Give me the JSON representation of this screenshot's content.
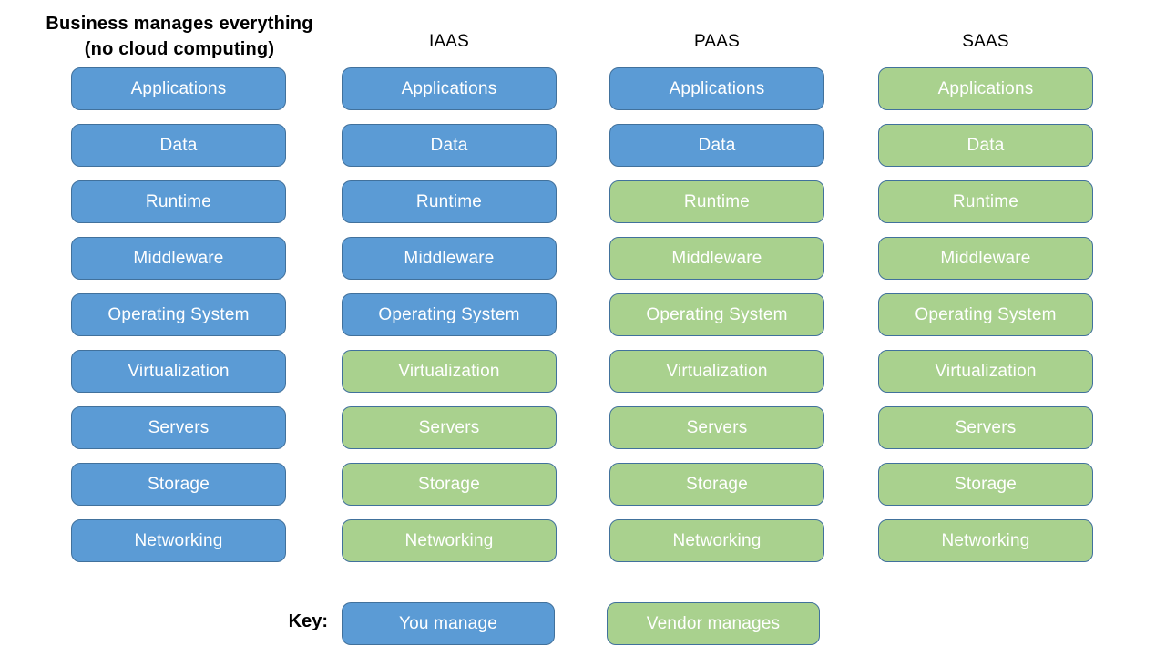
{
  "colors": {
    "you_fill": "#5B9BD5",
    "you_border": "#41719C",
    "vendor_fill": "#A9D18E",
    "vendor_border": "#41719C",
    "box_text": "#FFFFFF",
    "header_text": "#000000"
  },
  "columns": [
    {
      "id": "no-cloud",
      "header_lines": [
        "Business manages everything",
        "(no cloud computing)"
      ],
      "boxes": [
        {
          "label": "Applications",
          "managed": "you"
        },
        {
          "label": "Data",
          "managed": "you"
        },
        {
          "label": "Runtime",
          "managed": "you"
        },
        {
          "label": "Middleware",
          "managed": "you"
        },
        {
          "label": "Operating System",
          "managed": "you"
        },
        {
          "label": "Virtualization",
          "managed": "you"
        },
        {
          "label": "Servers",
          "managed": "you"
        },
        {
          "label": "Storage",
          "managed": "you"
        },
        {
          "label": "Networking",
          "managed": "you"
        }
      ]
    },
    {
      "id": "iaas",
      "header_lines": [
        "IAAS"
      ],
      "boxes": [
        {
          "label": "Applications",
          "managed": "you"
        },
        {
          "label": "Data",
          "managed": "you"
        },
        {
          "label": "Runtime",
          "managed": "you"
        },
        {
          "label": "Middleware",
          "managed": "you"
        },
        {
          "label": "Operating System",
          "managed": "you"
        },
        {
          "label": "Virtualization",
          "managed": "vendor"
        },
        {
          "label": "Servers",
          "managed": "vendor"
        },
        {
          "label": "Storage",
          "managed": "vendor"
        },
        {
          "label": "Networking",
          "managed": "vendor"
        }
      ]
    },
    {
      "id": "paas",
      "header_lines": [
        "PAAS"
      ],
      "boxes": [
        {
          "label": "Applications",
          "managed": "you"
        },
        {
          "label": "Data",
          "managed": "you"
        },
        {
          "label": "Runtime",
          "managed": "vendor"
        },
        {
          "label": "Middleware",
          "managed": "vendor"
        },
        {
          "label": "Operating System",
          "managed": "vendor"
        },
        {
          "label": "Virtualization",
          "managed": "vendor"
        },
        {
          "label": "Servers",
          "managed": "vendor"
        },
        {
          "label": "Storage",
          "managed": "vendor"
        },
        {
          "label": "Networking",
          "managed": "vendor"
        }
      ]
    },
    {
      "id": "saas",
      "header_lines": [
        "SAAS"
      ],
      "boxes": [
        {
          "label": "Applications",
          "managed": "vendor"
        },
        {
          "label": "Data",
          "managed": "vendor"
        },
        {
          "label": "Runtime",
          "managed": "vendor"
        },
        {
          "label": "Middleware",
          "managed": "vendor"
        },
        {
          "label": "Operating System",
          "managed": "vendor"
        },
        {
          "label": "Virtualization",
          "managed": "vendor"
        },
        {
          "label": "Servers",
          "managed": "vendor"
        },
        {
          "label": "Storage",
          "managed": "vendor"
        },
        {
          "label": "Networking",
          "managed": "vendor"
        }
      ]
    }
  ],
  "key": {
    "label": "Key:",
    "items": [
      {
        "label": "You manage",
        "managed": "you"
      },
      {
        "label": "Vendor manages",
        "managed": "vendor"
      }
    ]
  }
}
